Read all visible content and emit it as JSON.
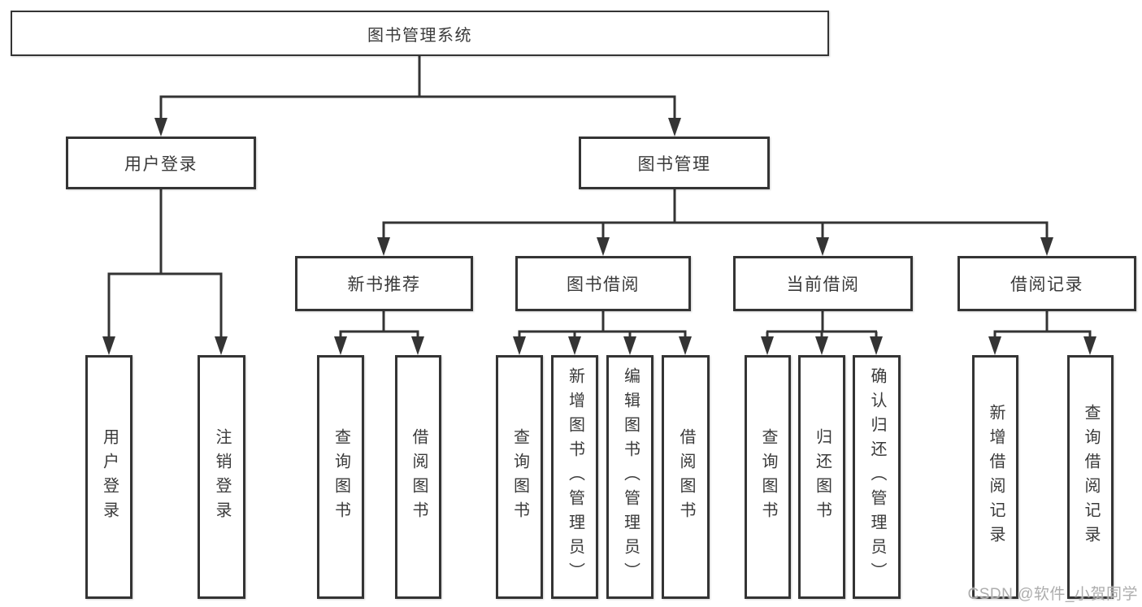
{
  "tree": {
    "root": {
      "label": "图书管理系统"
    },
    "branches": [
      {
        "label": "用户登录",
        "children": [
          {
            "label": "用户登录"
          },
          {
            "label": "注销登录"
          }
        ]
      },
      {
        "label": "图书管理",
        "children": [
          {
            "label": "新书推荐",
            "children": [
              {
                "label": "查询图书"
              },
              {
                "label": "借阅图书"
              }
            ]
          },
          {
            "label": "图书借阅",
            "children": [
              {
                "label": "查询图书"
              },
              {
                "label": "新增图书（管理员）"
              },
              {
                "label": "编辑图书（管理员）"
              },
              {
                "label": "借阅图书"
              }
            ]
          },
          {
            "label": "当前借阅",
            "children": [
              {
                "label": "查询图书"
              },
              {
                "label": "归还图书"
              },
              {
                "label": "确认归还（管理员）"
              }
            ]
          },
          {
            "label": "借阅记录",
            "children": [
              {
                "label": "新增借阅记录"
              },
              {
                "label": "查询借阅记录"
              }
            ]
          }
        ]
      }
    ]
  },
  "watermark": {
    "text": "CSDN @软件_小贺同学"
  },
  "colors": {
    "line": "#343434",
    "text": "#3a3a3a",
    "background": "#ffffff",
    "watermark": "#adadad"
  }
}
